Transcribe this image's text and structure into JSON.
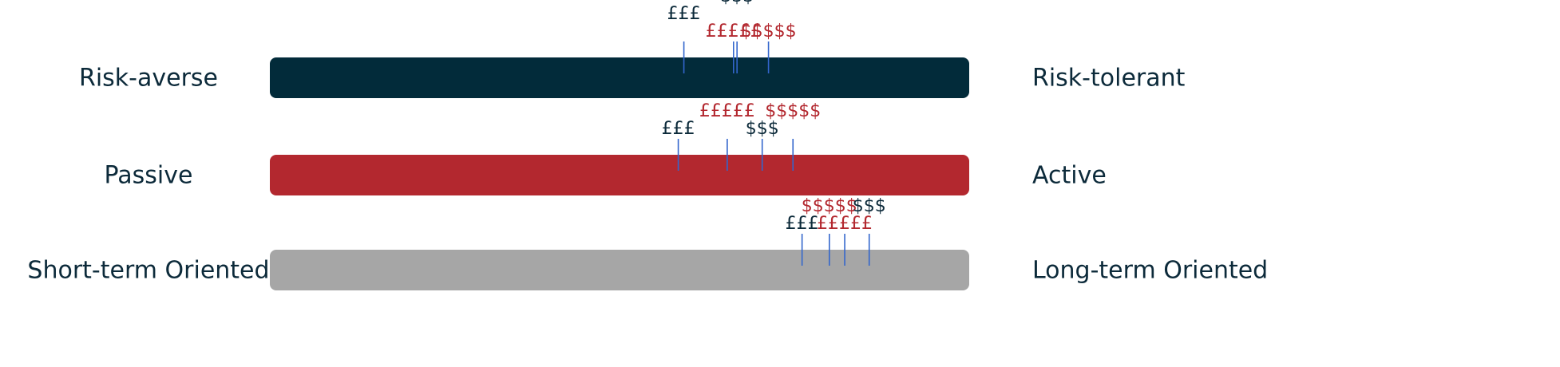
{
  "colors": {
    "navy": "#022b3a",
    "red": "#b3282f",
    "gray": "#a6a6a6",
    "marker_line": "#3366cc",
    "label_dark": "#0c2a3a",
    "label_red": "#b3282f"
  },
  "chart_data": {
    "type": "bar",
    "scale": [
      0,
      100
    ],
    "scales": [
      {
        "left_label": "Risk-averse",
        "right_label": "Risk-tolerant",
        "bar_color": "#022b3a",
        "markers": [
          {
            "label": "£££",
            "value": 59.2,
            "color": "#0c2a3a",
            "tier": 2
          },
          {
            "label": "£££££",
            "value": 66.3,
            "color": "#b3282f",
            "tier": 1
          },
          {
            "label": "$$$",
            "value": 66.8,
            "color": "#0c2a3a",
            "tier": 3
          },
          {
            "label": "$$$$$",
            "value": 71.3,
            "color": "#b3282f",
            "tier": 1
          }
        ]
      },
      {
        "left_label": "Passive",
        "right_label": "Active",
        "bar_color": "#b3282f",
        "markers": [
          {
            "label": "£££",
            "value": 58.4,
            "color": "#0c2a3a",
            "tier": 1
          },
          {
            "label": "£££££",
            "value": 65.4,
            "color": "#b3282f",
            "tier": 2
          },
          {
            "label": "$$$",
            "value": 70.4,
            "color": "#0c2a3a",
            "tier": 1
          },
          {
            "label": "$$$$$",
            "value": 74.8,
            "color": "#b3282f",
            "tier": 2
          }
        ]
      },
      {
        "left_label": "Short-term Oriented",
        "right_label": "Long-term Oriented",
        "bar_color": "#a6a6a6",
        "markers": [
          {
            "label": "£££",
            "value": 76.1,
            "color": "#0c2a3a",
            "tier": 1
          },
          {
            "label": "$$$$$",
            "value": 80.0,
            "color": "#b3282f",
            "tier": 2
          },
          {
            "label": "£££££",
            "value": 82.2,
            "color": "#b3282f",
            "tier": 1
          },
          {
            "label": "$$$",
            "value": 85.7,
            "color": "#0c2a3a",
            "tier": 2
          }
        ]
      }
    ]
  }
}
